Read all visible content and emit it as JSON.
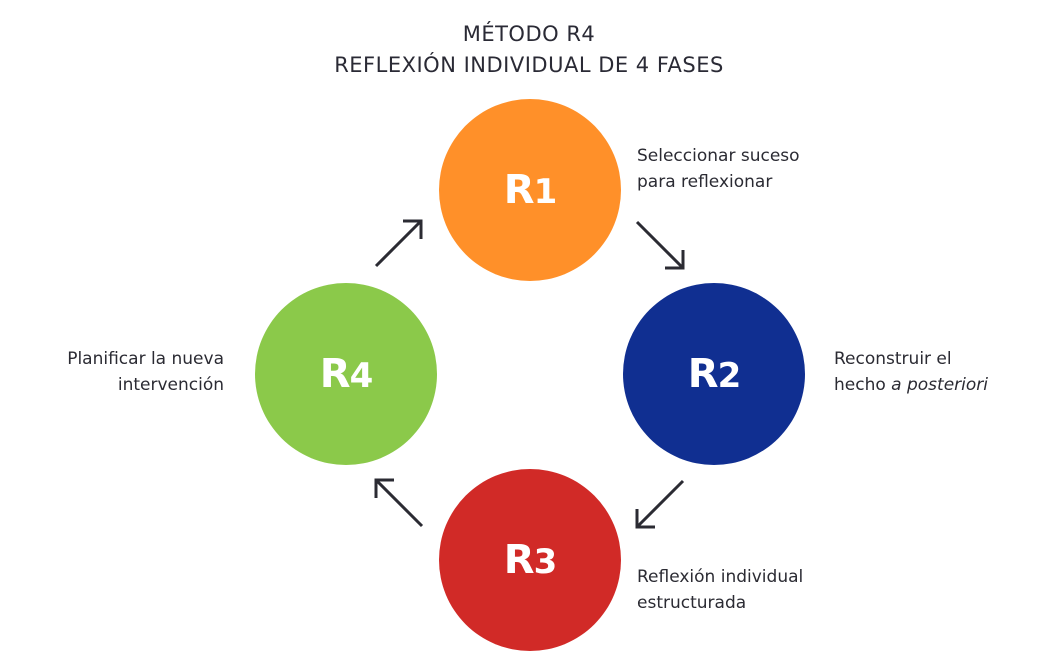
{
  "title": {
    "line1": "MÉTODO R4",
    "line2": "REFLEXIÓN INDIVIDUAL DE 4 FASES"
  },
  "colors": {
    "r1": "#FF9029",
    "r2": "#102F91",
    "r3": "#D12A27",
    "r4": "#8BC94A",
    "arrow": "#2B2B33",
    "text": "#2B2B33"
  },
  "phases": [
    {
      "id": "R1",
      "letter": "R",
      "number": "1",
      "label_line1": "Seleccionar suceso",
      "label_line2": "para reflexionar"
    },
    {
      "id": "R2",
      "letter": "R",
      "number": "2",
      "label_line1": "Reconstruir el",
      "label_line2_plain": "hecho ",
      "label_line2_italic": "a posteriori"
    },
    {
      "id": "R3",
      "letter": "R",
      "number": "3",
      "label_line1": "Reflexión individual",
      "label_line2": "estructurada"
    },
    {
      "id": "R4",
      "letter": "R",
      "number": "4",
      "label_line1": "Planificar la nueva",
      "label_line2": "intervención"
    }
  ],
  "arrows": [
    {
      "from": "R1",
      "to": "R2",
      "icon": "arrow-down-right"
    },
    {
      "from": "R2",
      "to": "R3",
      "icon": "arrow-down-left"
    },
    {
      "from": "R3",
      "to": "R4",
      "icon": "arrow-up-left"
    },
    {
      "from": "R4",
      "to": "R1",
      "icon": "arrow-up-right"
    }
  ]
}
